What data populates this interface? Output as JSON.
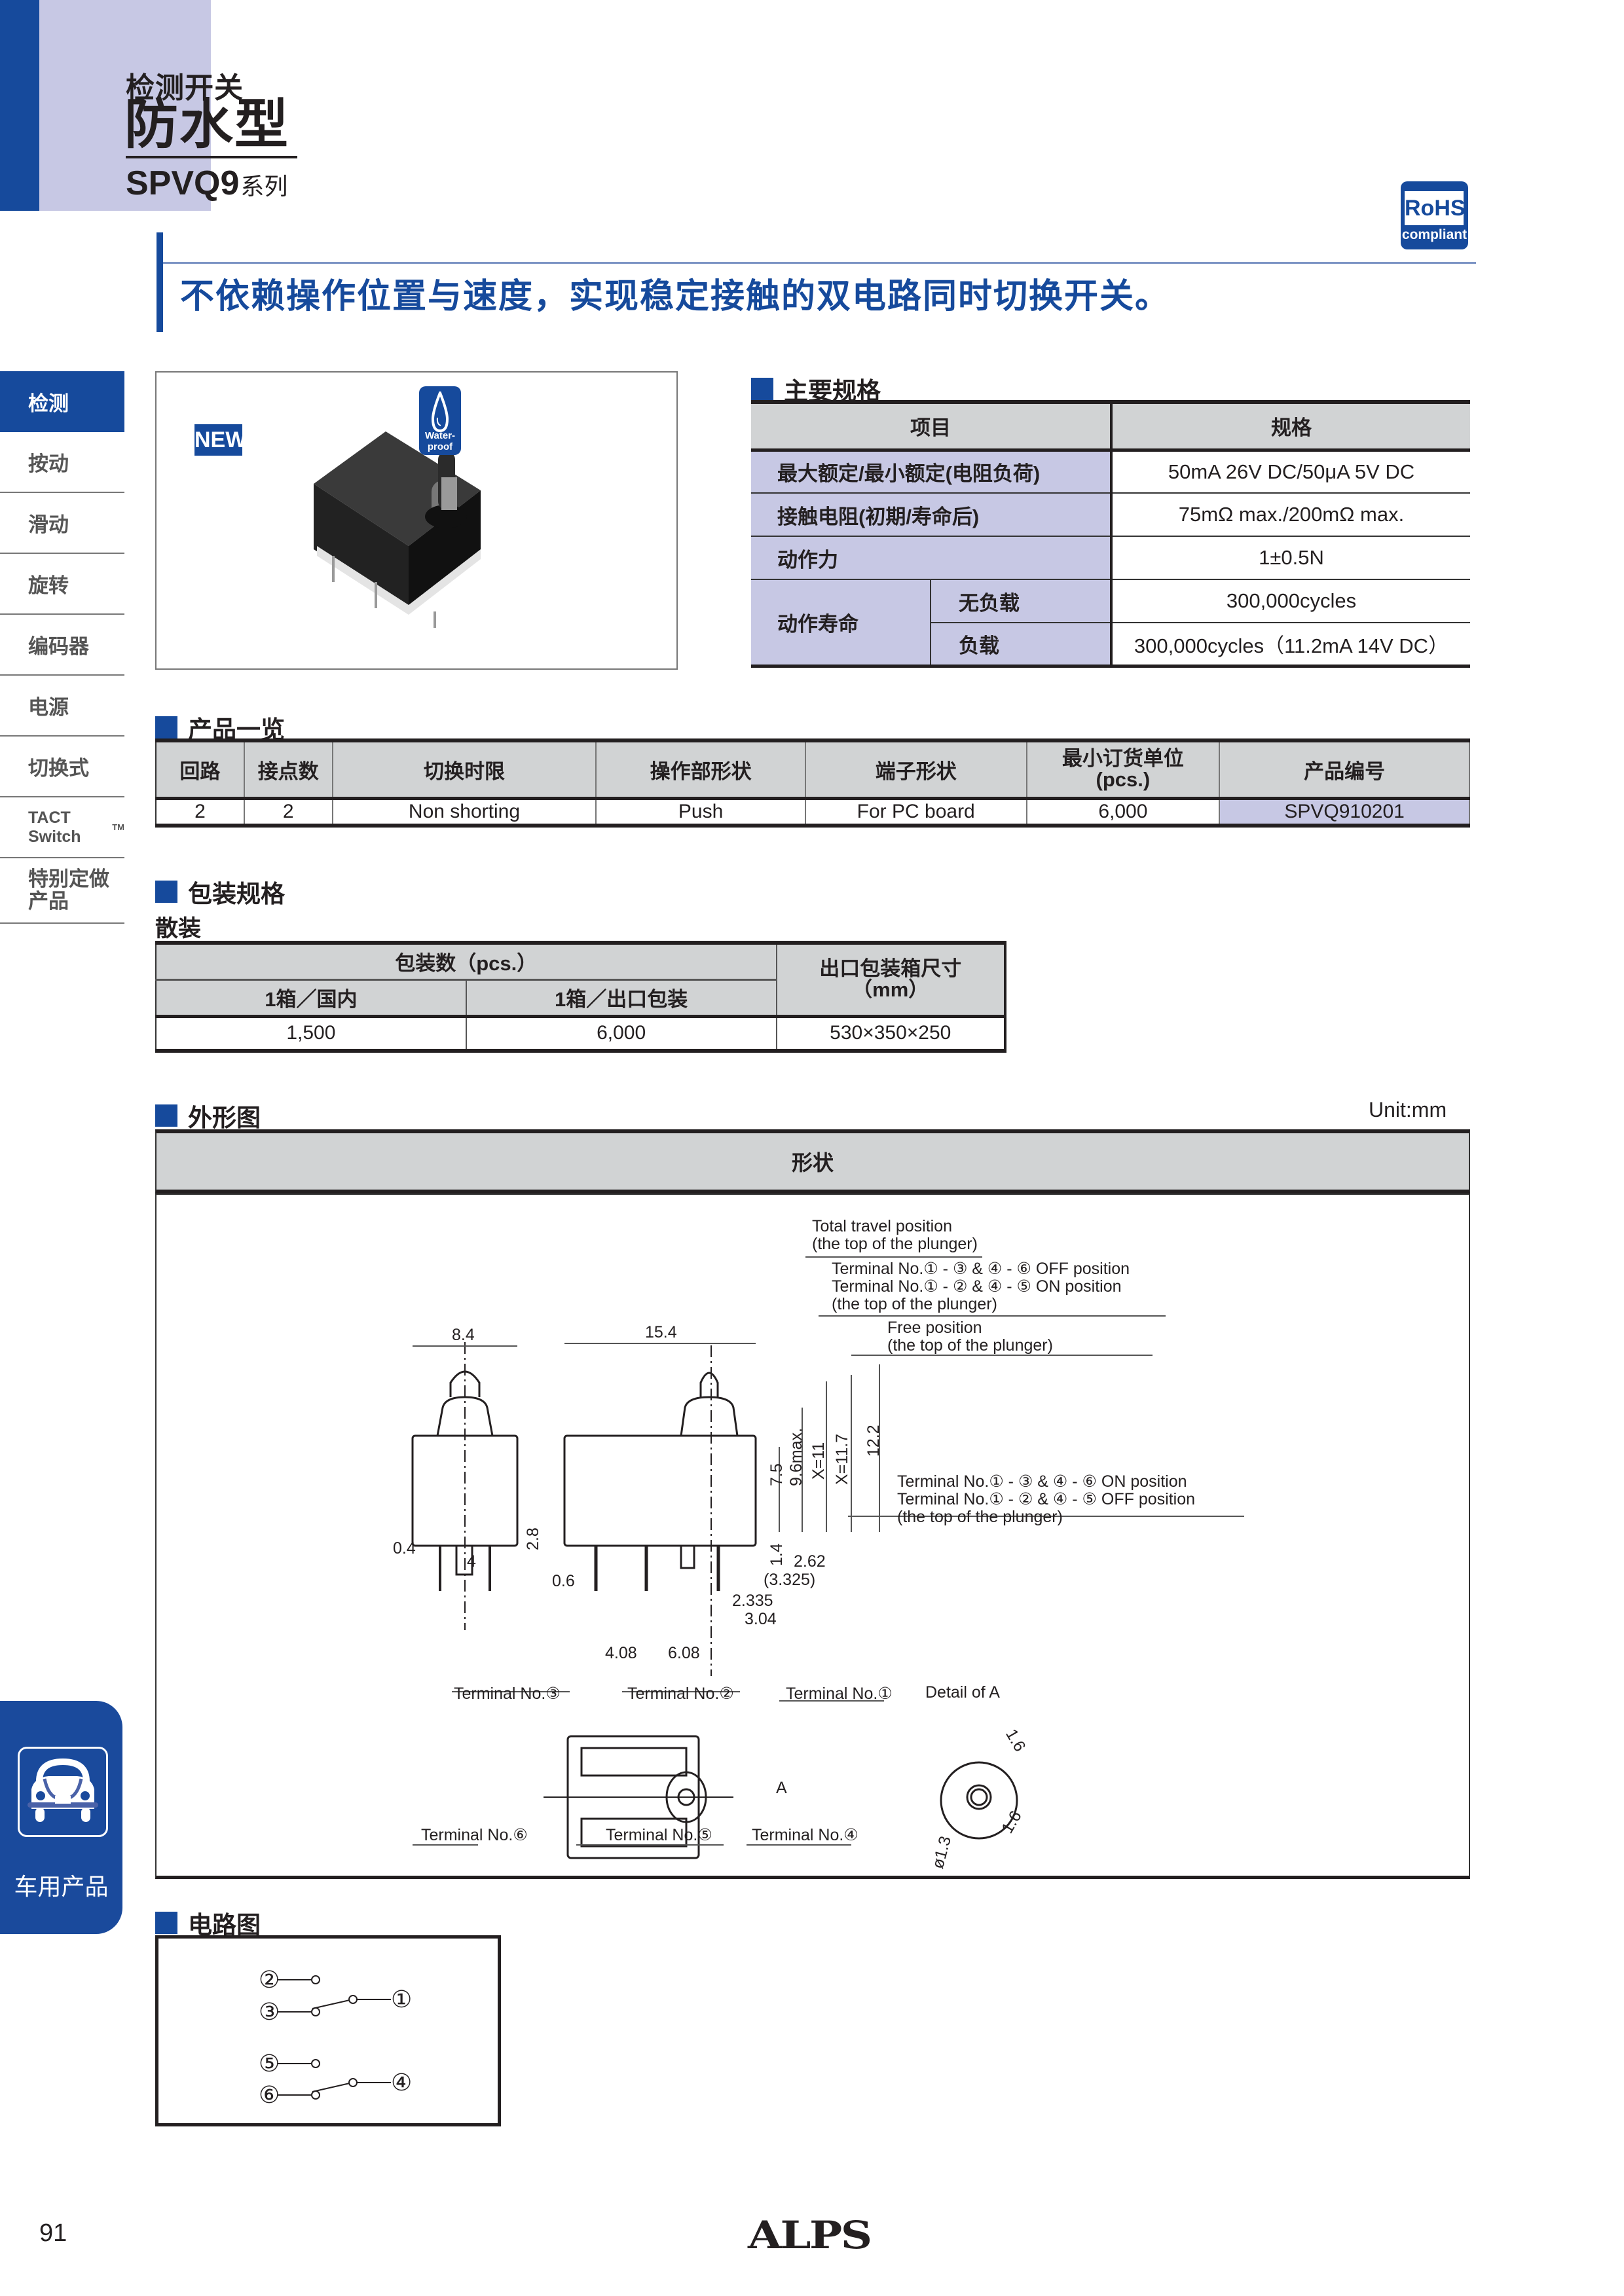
{
  "header": {
    "category": "检测开关",
    "type": "防水型",
    "series_code": "SPVQ9",
    "series_suffix": "系列",
    "rohs": {
      "line1": "RoHS",
      "line2": "compliant"
    },
    "tagline": "不依赖操作位置与速度，实现稳定接触的双电路同时切换开关。"
  },
  "colors": {
    "brand_blue": "#164a9c",
    "lavender": "#c7c8e4",
    "header_gray": "#d1d3d4"
  },
  "sidebar": {
    "items": [
      {
        "label": "检测",
        "active": true
      },
      {
        "label": "按动",
        "active": false
      },
      {
        "label": "滑动",
        "active": false
      },
      {
        "label": "旋转",
        "active": false
      },
      {
        "label": "编码器",
        "active": false
      },
      {
        "label": "电源",
        "active": false
      },
      {
        "label": "切换式",
        "active": false
      },
      {
        "label": "TACT Switch",
        "tm": "TM",
        "active": false
      },
      {
        "label": "特别定做产品",
        "line1": "特别定做",
        "line2": "产品",
        "active": false
      }
    ],
    "automotive_tab": {
      "label": "车用产品",
      "icon": "car-icon"
    }
  },
  "product_image": {
    "new_badge": "NEW",
    "waterproof_badge": "Water-proof",
    "icon": "water-drop-icon"
  },
  "main_specs": {
    "title": "主要规格",
    "headers": [
      "项目",
      "规格"
    ],
    "rows": [
      {
        "item": "最大额定/最小额定(电阻负荷)",
        "value": "50mA 26V DC/50μA 5V DC"
      },
      {
        "item": "接触电阻(初期/寿命后)",
        "value": "75mΩ max./200mΩ max."
      },
      {
        "item": "动作力",
        "value": "1±0.5N"
      }
    ],
    "life": {
      "item": "动作寿命",
      "sub": [
        {
          "label": "无负载",
          "value": "300,000cycles"
        },
        {
          "label": "负载",
          "value": "300,000cycles（11.2mA 14V DC）"
        }
      ]
    }
  },
  "product_list": {
    "title": "产品一览",
    "headers": [
      "回路",
      "接点数",
      "切换时限",
      "操作部形状",
      "端子形状",
      "最小订货单位",
      "产品编号"
    ],
    "min_order_unit": "(pcs.)",
    "rows": [
      [
        "2",
        "2",
        "Non shorting",
        "Push",
        "For PC board",
        "6,000",
        "SPVQ910201"
      ]
    ]
  },
  "packaging": {
    "title": "包装规格",
    "subtitle": "散装",
    "header_qty": "包装数（pcs.）",
    "header_domestic": "1箱／国内",
    "header_export": "1箱／出口包装",
    "header_box": "出口包装箱尺寸",
    "header_box_unit": "（mm）",
    "domestic": "1,500",
    "export": "6,000",
    "box_size": "530×350×250"
  },
  "dimensions": {
    "title": "外形图",
    "unit": "Unit:mm",
    "column": "形状",
    "labels": {
      "total_travel": "Total travel position",
      "top_plunger": "(the top of the plunger)",
      "term_off_136": "Terminal No.① - ③ & ④ - ⑥  OFF position",
      "term_on_125": "Terminal No.① - ② & ④ - ⑤  ON position",
      "free_position": "Free position",
      "term_on_136": "Terminal No.① - ③ & ④ - ⑥  ON position",
      "term_off_125": "Terminal No.① - ② & ④ - ⑤  OFF position",
      "detail_a": "Detail of A",
      "a": "A",
      "t1": "Terminal No.①",
      "t2": "Terminal No.②",
      "t3": "Terminal No.③",
      "t4": "Terminal No.④",
      "t5": "Terminal No.⑤",
      "t6": "Terminal No.⑥"
    },
    "values": {
      "w84": "8.4",
      "w154": "15.4",
      "h75": "7.5",
      "h96": "9.6max.",
      "x11": "X=11",
      "x117": "X=11.7",
      "h122": "12.2",
      "h28": "2.8",
      "d04": "0.4",
      "d4": "4",
      "d06": "0.6",
      "d14": "1.4",
      "d262": "2.62",
      "d3325": "(3.325)",
      "d2335": "2.335",
      "d304": "3.04",
      "d408": "4.08",
      "d608": "6.08",
      "d16a": "1.6",
      "d16b": "1.6",
      "phi13": "ø1.3"
    }
  },
  "circuit": {
    "title": "电路图",
    "nodes": [
      "②",
      "③",
      "①",
      "⑤",
      "⑥",
      "④"
    ]
  },
  "footer": {
    "page": "91",
    "logo": "ALPS"
  }
}
